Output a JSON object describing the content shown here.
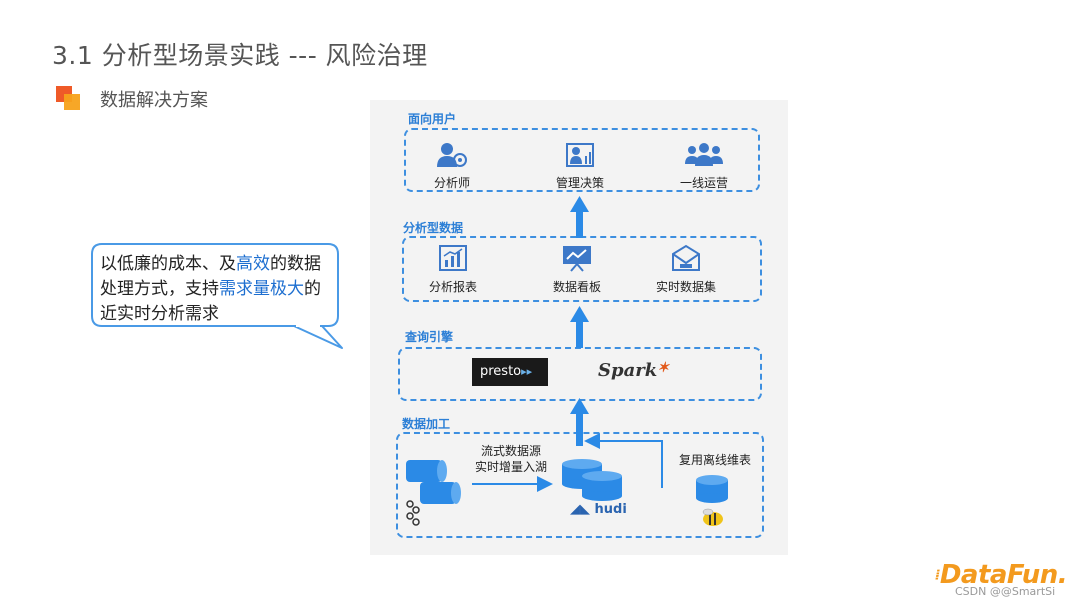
{
  "slide": {
    "title": "3.1 分析型场景实践 --- 风险治理",
    "section_label": "数据解决方案"
  },
  "callout": {
    "part1": "以低廉的成本、及",
    "hl1": "高效",
    "part2": "的数据处理方式，支持",
    "hl2": "需求量极大",
    "part3": "的近实时分析需求"
  },
  "diagram": {
    "groups": {
      "users": "面向用户",
      "analytics": "分析型数据",
      "query": "查询引擎",
      "processing": "数据加工"
    },
    "users": [
      "分析师",
      "管理决策",
      "一线运营"
    ],
    "analytics": [
      "分析报表",
      "数据看板",
      "实时数据集"
    ],
    "engines": {
      "presto": "presto",
      "spark": "Spark"
    },
    "processing": {
      "stream_label_line1": "流式数据源",
      "stream_label_line2": "实时增量入湖",
      "offline_label": "复用离线维表",
      "hudi": "hudi"
    }
  },
  "footer": {
    "brand": "DataFun.",
    "watermark": "CSDN @@SmartSi"
  },
  "colors": {
    "accent_blue": "#3d8fe0",
    "arrow_blue": "#2b8ae6",
    "highlight_blue": "#1e6fd0",
    "orange": "#ef5a28",
    "yellow": "#f7a21b"
  }
}
